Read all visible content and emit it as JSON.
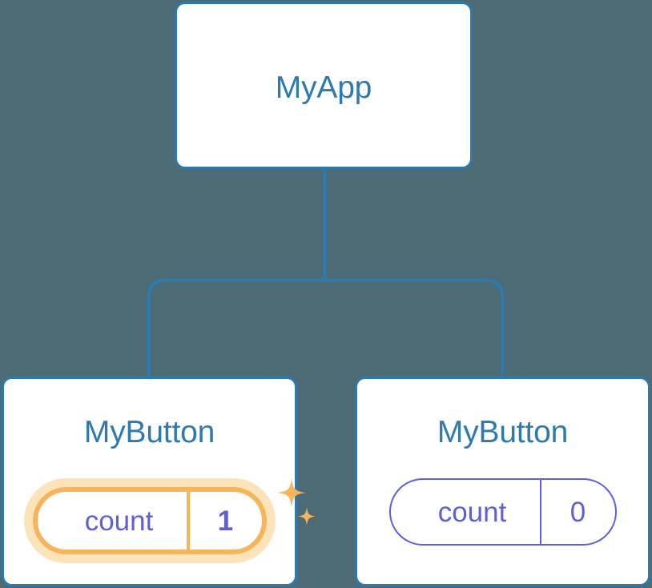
{
  "diagram": {
    "type": "component-tree",
    "background_color": "#4c6b75",
    "edge_color": "#2d7ab0",
    "node_border_color": "#2d7ab0",
    "node_title_color": "#2d7ab0",
    "state_text_color": "#5f5fd8",
    "highlight_color": "#f7b45a",
    "highlight_glow_color": "#fde3ba"
  },
  "root": {
    "title": "MyApp"
  },
  "children": [
    {
      "title": "MyButton",
      "state": {
        "key": "count",
        "value": "1"
      },
      "highlighted": true,
      "sparkle_icons": [
        "sparkle-large-icon",
        "sparkle-small-icon"
      ]
    },
    {
      "title": "MyButton",
      "state": {
        "key": "count",
        "value": "0"
      },
      "highlighted": false,
      "sparkle_icons": []
    }
  ]
}
